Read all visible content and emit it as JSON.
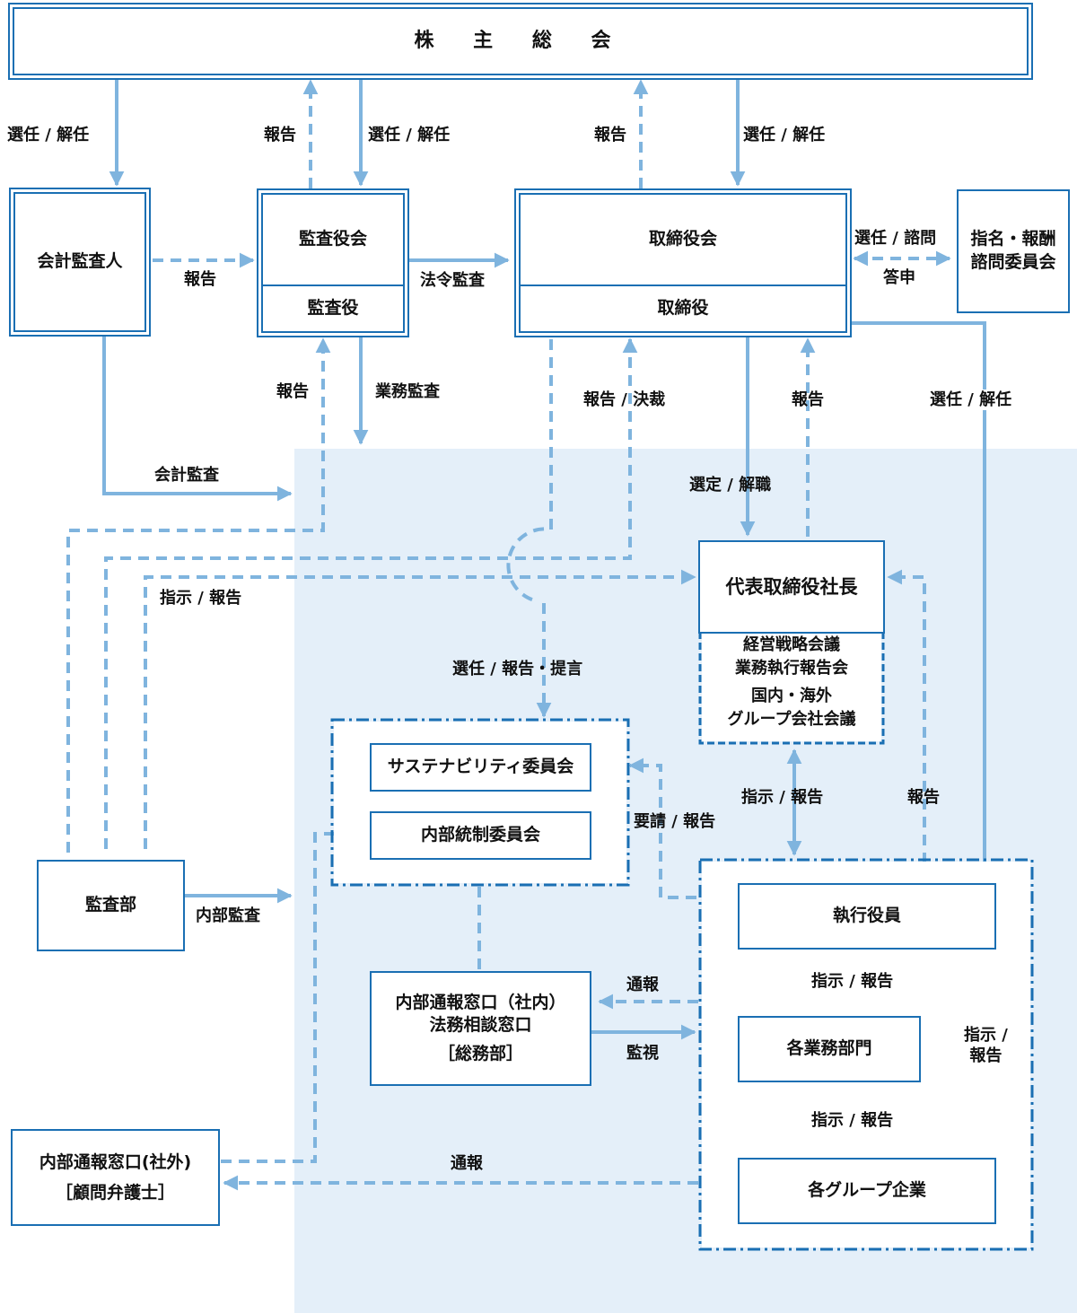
{
  "nodes": {
    "shareholders": "株 主 総 会",
    "accounting_auditor": "会計監査人",
    "audit_board": "監査役会",
    "auditor": "監査役",
    "board": "取締役会",
    "directors": "取締役",
    "nomination_committee_line1": "指名・報酬",
    "nomination_committee_line2": "諮問委員会",
    "president": "代表取締役社長",
    "meetings_line1": "経営戦略会議",
    "meetings_line2": "業務執行報告会",
    "meetings_line3": "国内・海外",
    "meetings_line4": "グループ会社会議",
    "sustainability_committee": "サステナビリティ委員会",
    "internal_control_committee": "内部統制委員会",
    "audit_department": "監査部",
    "hotline_internal_line1": "内部通報窓口（社内）",
    "hotline_internal_line2": "法務相談窓口",
    "hotline_internal_line3": "［総務部］",
    "hotline_external_line1": "内部通報窓口(社外)",
    "hotline_external_line2": "［顧問弁護士］",
    "executive_officers": "執行役員",
    "business_divisions": "各業務部門",
    "group_companies": "各グループ企業"
  },
  "labels": {
    "appoint_dismiss_1": "選任 / 解任",
    "report_1": "報告",
    "appoint_dismiss_2": "選任 / 解任",
    "report_2": "報告",
    "appoint_dismiss_3": "選任 / 解任",
    "report_auditor_to_board": "報告",
    "legal_audit": "法令監査",
    "appoint_consult": "選任 / 諮問",
    "reply": "答申",
    "report_3": "報告",
    "business_audit": "業務監査",
    "report_decision": "報告 / 決裁",
    "report_4": "報告",
    "appoint_dismiss_4": "選任 / 解任",
    "accounting_audit": "会計監査",
    "select_dismiss": "選定 / 解職",
    "instruct_report_1": "指示 / 報告",
    "appoint_report_propose": "選任 / 報告・提言",
    "instruct_report_2": "指示 / 報告",
    "report_5": "報告",
    "request_report": "要請 / 報告",
    "internal_audit": "内部監査",
    "whistle_1": "通報",
    "monitor": "監視",
    "instruct_report_3": "指示 / 報告",
    "instruct_report_4_line1": "指示 /",
    "instruct_report_4_line2": "報告",
    "instruct_report_5": "指示 / 報告",
    "whistle_2": "通報"
  },
  "colors": {
    "box_border": "#1a6fb3",
    "connector": "#7fb4de",
    "execution_zone": "#e4eff9"
  }
}
